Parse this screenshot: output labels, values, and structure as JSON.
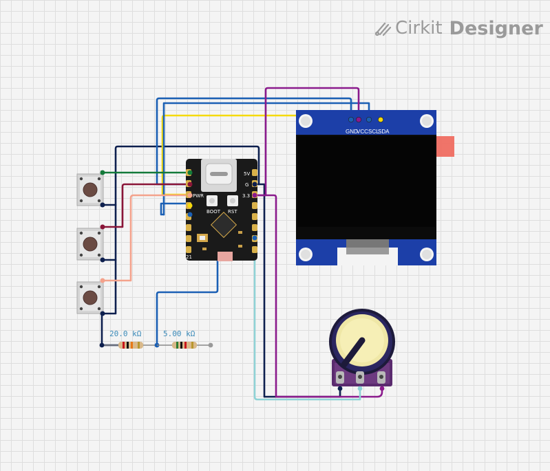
{
  "logo": {
    "brand": "Cirkit",
    "product": "Designer",
    "icon": "cirkit-logo-icon"
  },
  "resistors": [
    {
      "label": "20.0 kΩ"
    },
    {
      "label": "5.00 kΩ"
    }
  ],
  "mcu": {
    "pins_right": [
      "5V",
      "G",
      "3.3"
    ],
    "pins_left": [
      "PWR"
    ],
    "buttons": [
      "BOOT",
      "RST"
    ],
    "corner_label": "21"
  },
  "oled": {
    "pins": [
      "GND",
      "VCC",
      "SCL",
      "SDA"
    ]
  },
  "colors": {
    "navy": "#0d1f4e",
    "blue": "#1a5fb4",
    "yellow": "#f5d90a",
    "purple": "#8a1a8c",
    "green": "#137a3a",
    "maroon": "#8a1538",
    "salmon": "#f4a28c",
    "lightblue": "#8fd3d6",
    "oled_pcb": "#1c3fa8",
    "mcu_pcb": "#1a1a1a"
  }
}
